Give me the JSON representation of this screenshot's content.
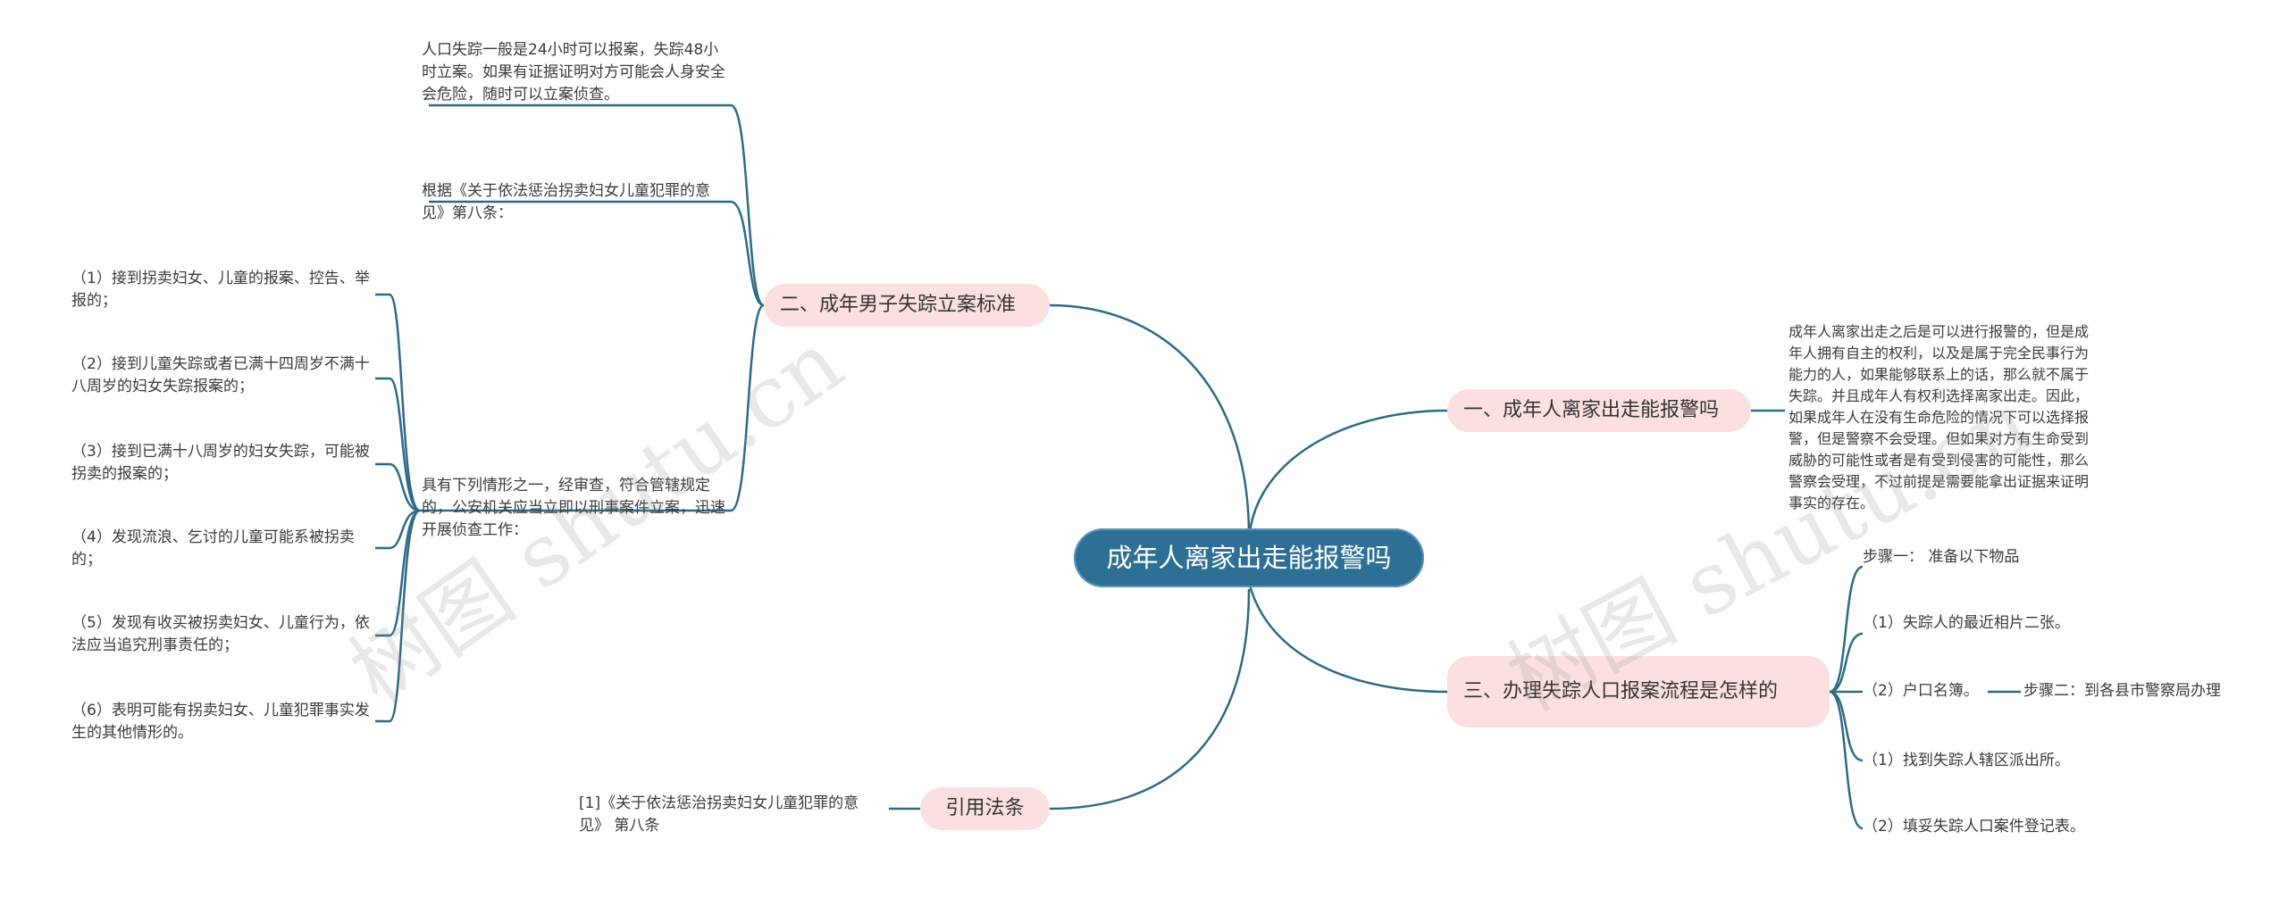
{
  "root": {
    "text": "成年人离家出走能报警吗"
  },
  "branches": {
    "b1": "一、成年人离家出走能报警吗",
    "b2": "二、成年男子失踪立案标准",
    "b3": "三、办理失踪人口报案流程是怎样的",
    "b4": "引用法条"
  },
  "leaves": {
    "b1_detail": "成年人离家出走之后是可以进行报警的，但是成年人拥有自主的权利，以及是属于完全民事行为能力的人，如果能够联系上的话，那么就不属于失踪。并且成年人有权利选择离家出走。因此，如果成年人在没有生命危险的情况下可以选择报警，但是警察不会受理。但如果对方有生命受到威胁的可能性或者是有受到侵害的可能性，那么警察会受理，不过前提是需要能拿出证据来证明事实的存在。",
    "b2_l1": "人口失踪一般是24小时可以报案，失踪48小时立案。如果有证据证明对方可能会人身安全会危险，随时可以立案侦查。",
    "b2_l2": "根据《关于依法惩治拐卖妇女儿童犯罪的意见》第八条：",
    "b2_l3": "具有下列情形之一，经审查，符合管辖规定的，公安机关应当立即以刑事案件立案，迅速开展侦查工作：",
    "c1": "（1）接到拐卖妇女、儿童的报案、控告、举报的；",
    "c2": "（2）接到儿童失踪或者已满十四周岁不满十八周岁的妇女失踪报案的；",
    "c3": "（3）接到已满十八周岁的妇女失踪，可能被拐卖的报案的；",
    "c4": "（4）发现流浪、乞讨的儿童可能系被拐卖的；",
    "c5": "（5）发现有收买被拐卖妇女、儿童行为，依法应当追究刑事责任的；",
    "c6": "（6）表明可能有拐卖妇女、儿童犯罪事实发生的其他情形的。",
    "b3_s1": "步骤一： 准备以下物品",
    "b3_s2": "（1）失踪人的最近相片二张。",
    "b3_s3": "（2）户口名簿。",
    "b3_s3b": "步骤二：到各县市警察局办理",
    "b3_s4": "（1）找到失踪人辖区派出所。",
    "b3_s5": "（2）填妥失踪人口案件登记表。",
    "b4_l1": "[1]《关于依法惩治拐卖妇女儿童犯罪的意见》 第八条"
  },
  "watermarks": {
    "w1": "树图 shutu.cn",
    "w2": "树图 shutu.cn"
  },
  "colors": {
    "line": "#2b6a88",
    "root_bg": "#2e6f96",
    "branch_bg": "#fbe0df"
  }
}
